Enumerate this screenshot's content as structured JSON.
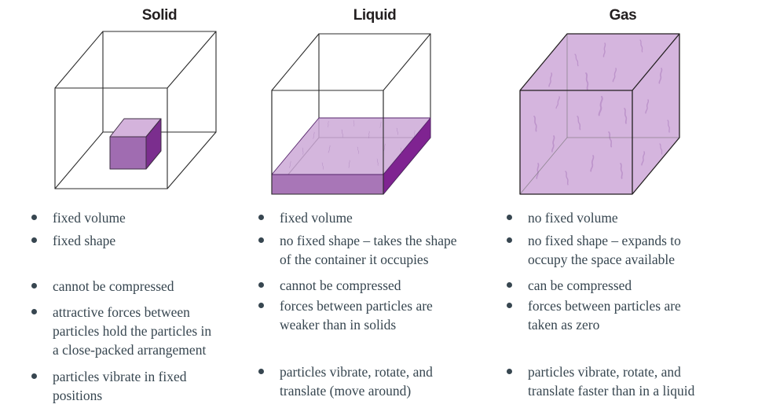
{
  "diagram": {
    "subject": "states of matter comparison",
    "columns": [
      {
        "title": "Solid",
        "figure": "small solid cube inside empty wireframe container",
        "bullets": [
          "fixed volume",
          "fixed shape",
          "cannot be compressed",
          "attractive forces between\nparticles hold the particles in\na close-packed arrangement",
          "particles vibrate in fixed\npositions"
        ]
      },
      {
        "title": "Liquid",
        "figure": "shallow liquid layer filling bottom of wireframe container",
        "bullets": [
          "fixed volume",
          "no fixed shape – takes the shape\nof the container it occupies",
          "cannot be compressed",
          "forces between particles are\nweaker than in solids",
          "particles vibrate, rotate, and\ntranslate (move around)"
        ]
      },
      {
        "title": "Gas",
        "figure": "gas completely filling the container cube",
        "bullets": [
          "no fixed volume",
          "no fixed shape – expands to\noccupy the space available",
          "can be compressed",
          "forces between particles are\ntaken as zero",
          "particles vibrate, rotate, and\ntranslate faster than in a liquid"
        ]
      }
    ]
  },
  "colors": {
    "heading_text": "#231f20",
    "body_text": "#374650",
    "cube_edge": "#2b2b2b",
    "hidden_edge": "#6f6f6f",
    "purple_light": "#d5b5de",
    "liquid_surface": "#cda9d7",
    "purple_medium": "#a876b7",
    "purple_dark": "#7b2e8e",
    "texture_wisp": "#b78cc6"
  }
}
